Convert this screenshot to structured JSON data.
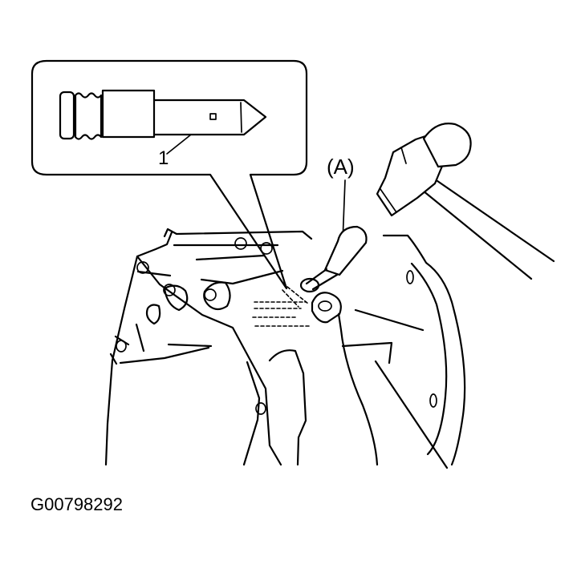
{
  "labels": {
    "part_number": "1",
    "tool_label": "(A)",
    "figure_code": "G00798292"
  }
}
